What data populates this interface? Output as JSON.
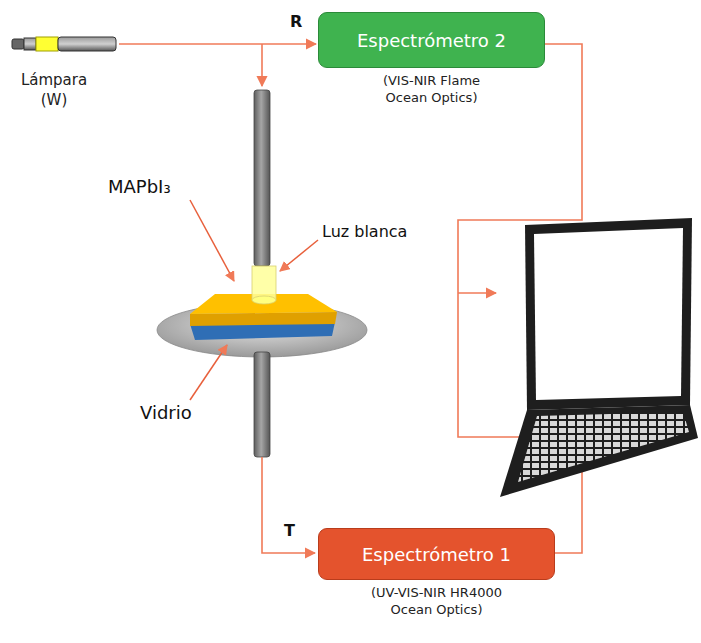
{
  "diagram": {
    "nodes": [
      {
        "text": [
          "Lámpara (W)"
        ]
      },
      {
        "text": [
          "Espectrómetro 2",
          "(VIS-NIR Flame Ocean Optics)"
        ]
      },
      {
        "text": [
          "Espectrómetro 1",
          "(UV-VIS-NIR HR4000 Ocean Optics)"
        ]
      }
    ],
    "edges": [
      {
        "from": 0,
        "to": 1,
        "arrow": "to",
        "label": "R"
      }
    ],
    "labels": [
      "MAPbI₃",
      "Luz blanca",
      "Vidrio",
      "T"
    ]
  }
}
